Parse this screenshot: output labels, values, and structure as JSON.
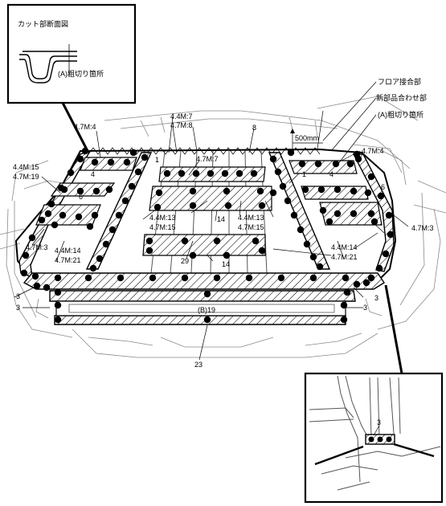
{
  "inset_section": {
    "title": "カット部断面図",
    "label": "(A)粗切り箇所"
  },
  "callouts_right": {
    "floor_joint": "フロア接合部",
    "new_part_joint": "新部品合わせ部",
    "rough_cut": "(A)粗切り箇所"
  },
  "dimension": "500mm",
  "weld_labels": {
    "top_left_47m4": "4.7M:4",
    "top_44m7": "4.4M:7",
    "top_47m8": "4.7M:8",
    "top_8": "8",
    "center_47m7": "4.7M:7",
    "right_47m4": "4.7M:4",
    "left_44m15": "4.4M:15",
    "left_47m19": "4.7M:19",
    "left_4": "4",
    "left_6": "6",
    "center_1": "1",
    "right_1": "1",
    "right_4": "4",
    "right_6": "6",
    "right_47m3": "4.7M:3",
    "center_44m13": "4.4M:13",
    "center_47m15": "4.7M:15",
    "center_14": "14",
    "center_r_44m13": "4.4M:13",
    "center_r_47m15": "4.7M:15",
    "left_47m3": "4.7M:3",
    "left_44m14": "4.4M:14",
    "left_47m21": "4.7M:21",
    "center_29": "29",
    "center_14b": "14",
    "right_44m14": "4.4M:14",
    "right_47m21": "4.7M:21",
    "left_3a": "3",
    "left_3b": "3",
    "right_3a": "3",
    "right_3b": "3",
    "b19": "(B)19",
    "bottom_23": "23",
    "detail_3": "3"
  },
  "icons": [
    "section-profile-icon",
    "spot-weld-dot-icon"
  ]
}
